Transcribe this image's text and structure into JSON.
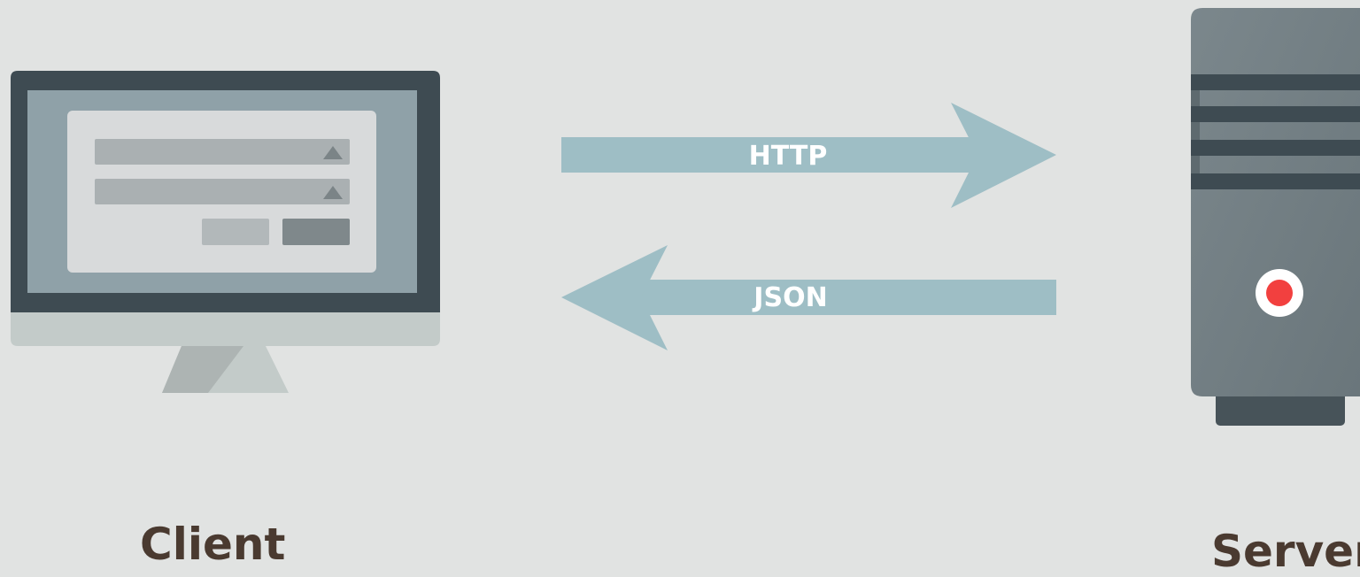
{
  "client": {
    "label": "Client",
    "icon": "desktop-monitor-icon"
  },
  "server": {
    "label": "Server",
    "icon": "server-tower-icon",
    "status_color": "#f2403f"
  },
  "connections": {
    "request": {
      "label": "HTTP",
      "direction": "client-to-server"
    },
    "response": {
      "label": "JSON",
      "direction": "server-to-client"
    }
  },
  "colors": {
    "background": "#e1e3e2",
    "arrow": "#9ebec5",
    "label_text": "#4a3a30",
    "monitor_frame": "#3e4b52",
    "server_body": "#6f7b80"
  }
}
